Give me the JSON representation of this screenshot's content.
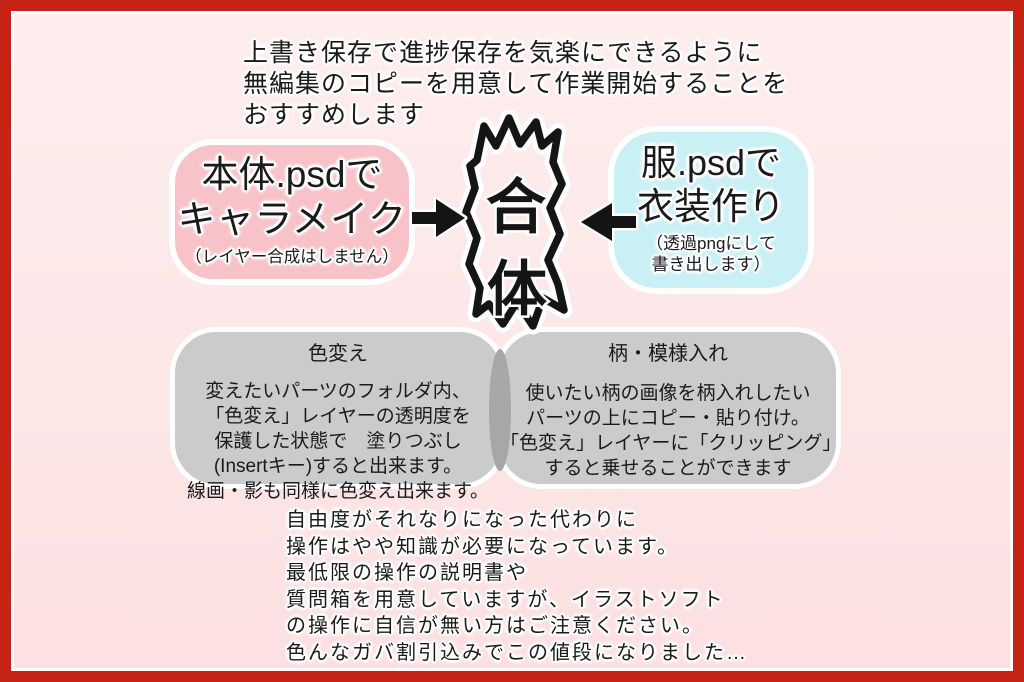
{
  "intro": {
    "lines": [
      "上書き保存で進捗保存を気楽にできるように",
      "無編集のコピーを用意して作業開始することを",
      "おすすめします"
    ]
  },
  "flow": {
    "body_box": {
      "line1": "本体.psdで",
      "line2": "キャラメイク",
      "note": "（レイヤー合成はしません）"
    },
    "merge": {
      "char_top": "合",
      "char_bottom": "体"
    },
    "clothes_box": {
      "line1": "服.psdで",
      "line2": "衣装作り",
      "note_line1": "（透過pngにして",
      "note_line2": "書き出します）"
    }
  },
  "panels": {
    "color_change": {
      "title": "色変え",
      "lines": [
        "変えたいパーツのフォルダ内、",
        "「色変え」レイヤーの透明度を",
        "保護した状態で　塗りつぶし",
        "(Insertキー)すると出来ます。",
        "線画・影も同様に色変え出来ます。"
      ]
    },
    "pattern": {
      "title": "柄・模様入れ",
      "lines": [
        "使いたい柄の画像を柄入れしたい",
        "パーツの上にコピー・貼り付け。",
        "「色変え」レイヤーに「クリッピング」",
        "すると乗せることができます"
      ]
    }
  },
  "footer": {
    "lines": [
      "自由度がそれなりになった代わりに",
      "操作はやや知識が必要になっています。",
      "最低限の操作の説明書や",
      "質問箱を用意していますが、イラストソフト",
      "の操作に自信が無い方はご注意ください。",
      "色んなガバ割引込みでこの値段になりました…"
    ]
  },
  "colors": {
    "frame_red": "#c52314",
    "background_top": "#fdeeed",
    "background_bottom": "#fcdfe1",
    "body_box_pink": "#f7c3c9",
    "clothes_box_cyan": "#c9f0f5",
    "panel_gray": "#cbcbcb",
    "panel_overlap_gray": "#a7a7a7",
    "ink": "#1a1a1a",
    "text_outline": "#ffffff"
  }
}
